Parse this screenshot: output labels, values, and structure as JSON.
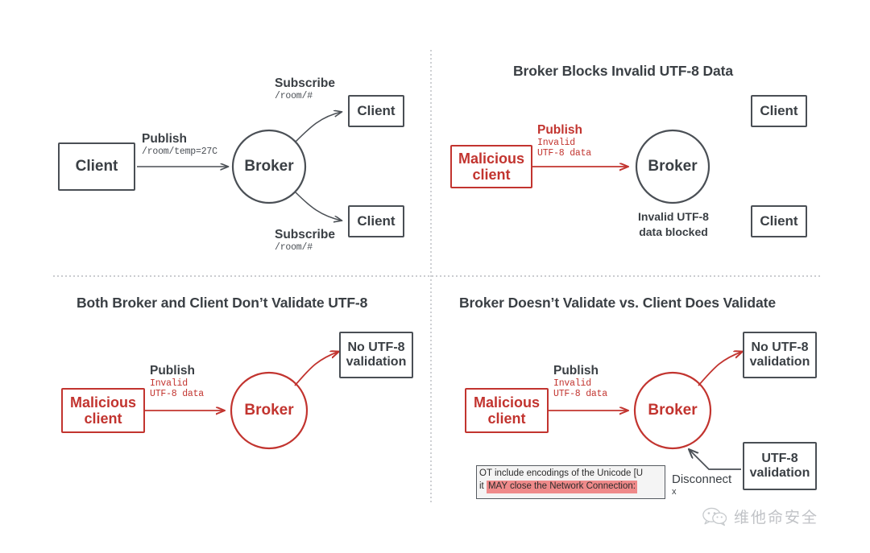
{
  "colors": {
    "ink": "#3a3f44",
    "stroke": "#4a4f55",
    "red": "#c2342f",
    "divider": "#b9bcc0",
    "highlight": "#ef8a8a"
  },
  "quadrants": {
    "top_left": {
      "title": "",
      "nodes": {
        "client_publisher": "Client",
        "broker": "Broker",
        "client_sub_top": "Client",
        "client_sub_bottom": "Client"
      },
      "labels": {
        "publish": {
          "line1": "Publish",
          "line2": "/room/temp=27C"
        },
        "subscribe_top": {
          "line1": "Subscribe",
          "line2": "/room/#"
        },
        "subscribe_bottom": {
          "line1": "Subscribe",
          "line2": "/room/#"
        }
      }
    },
    "top_right": {
      "title": "Broker Blocks Invalid UTF-8 Data",
      "nodes": {
        "malicious_client": "Malicious client",
        "broker": "Broker",
        "client_top": "Client",
        "client_bottom": "Client"
      },
      "labels": {
        "publish": {
          "line1": "Publish",
          "line2": "Invalid",
          "line3": "UTF-8 data"
        },
        "blocked": "Invalid UTF-8 data blocked"
      }
    },
    "bottom_left": {
      "title": "Both Broker and Client Don’t Validate UTF-8",
      "nodes": {
        "malicious_client": "Malicious client",
        "broker": "Broker",
        "no_validation": "No UTF-8 validation"
      },
      "labels": {
        "publish": {
          "line1": "Publish",
          "line2": "Invalid",
          "line3": "UTF-8 data"
        }
      }
    },
    "bottom_right": {
      "title": "Broker Doesn’t Validate vs. Client Does Validate",
      "nodes": {
        "malicious_client": "Malicious client",
        "broker": "Broker",
        "no_validation": "No UTF-8 validation",
        "utf8_validation": "UTF-8 validation"
      },
      "labels": {
        "publish": {
          "line1": "Publish",
          "line2": "Invalid",
          "line3": "UTF-8 data"
        },
        "disconnect": "Disconnect",
        "disconnect_sub": "x"
      },
      "snippet": {
        "line1": "OT include encodings of the Unicode [U",
        "line2_prefix": "it ",
        "line2_highlight": "MAY close the Network Connection:"
      }
    }
  },
  "watermark": {
    "text": "维他命安全",
    "icon": "wechat-logo-icon"
  }
}
